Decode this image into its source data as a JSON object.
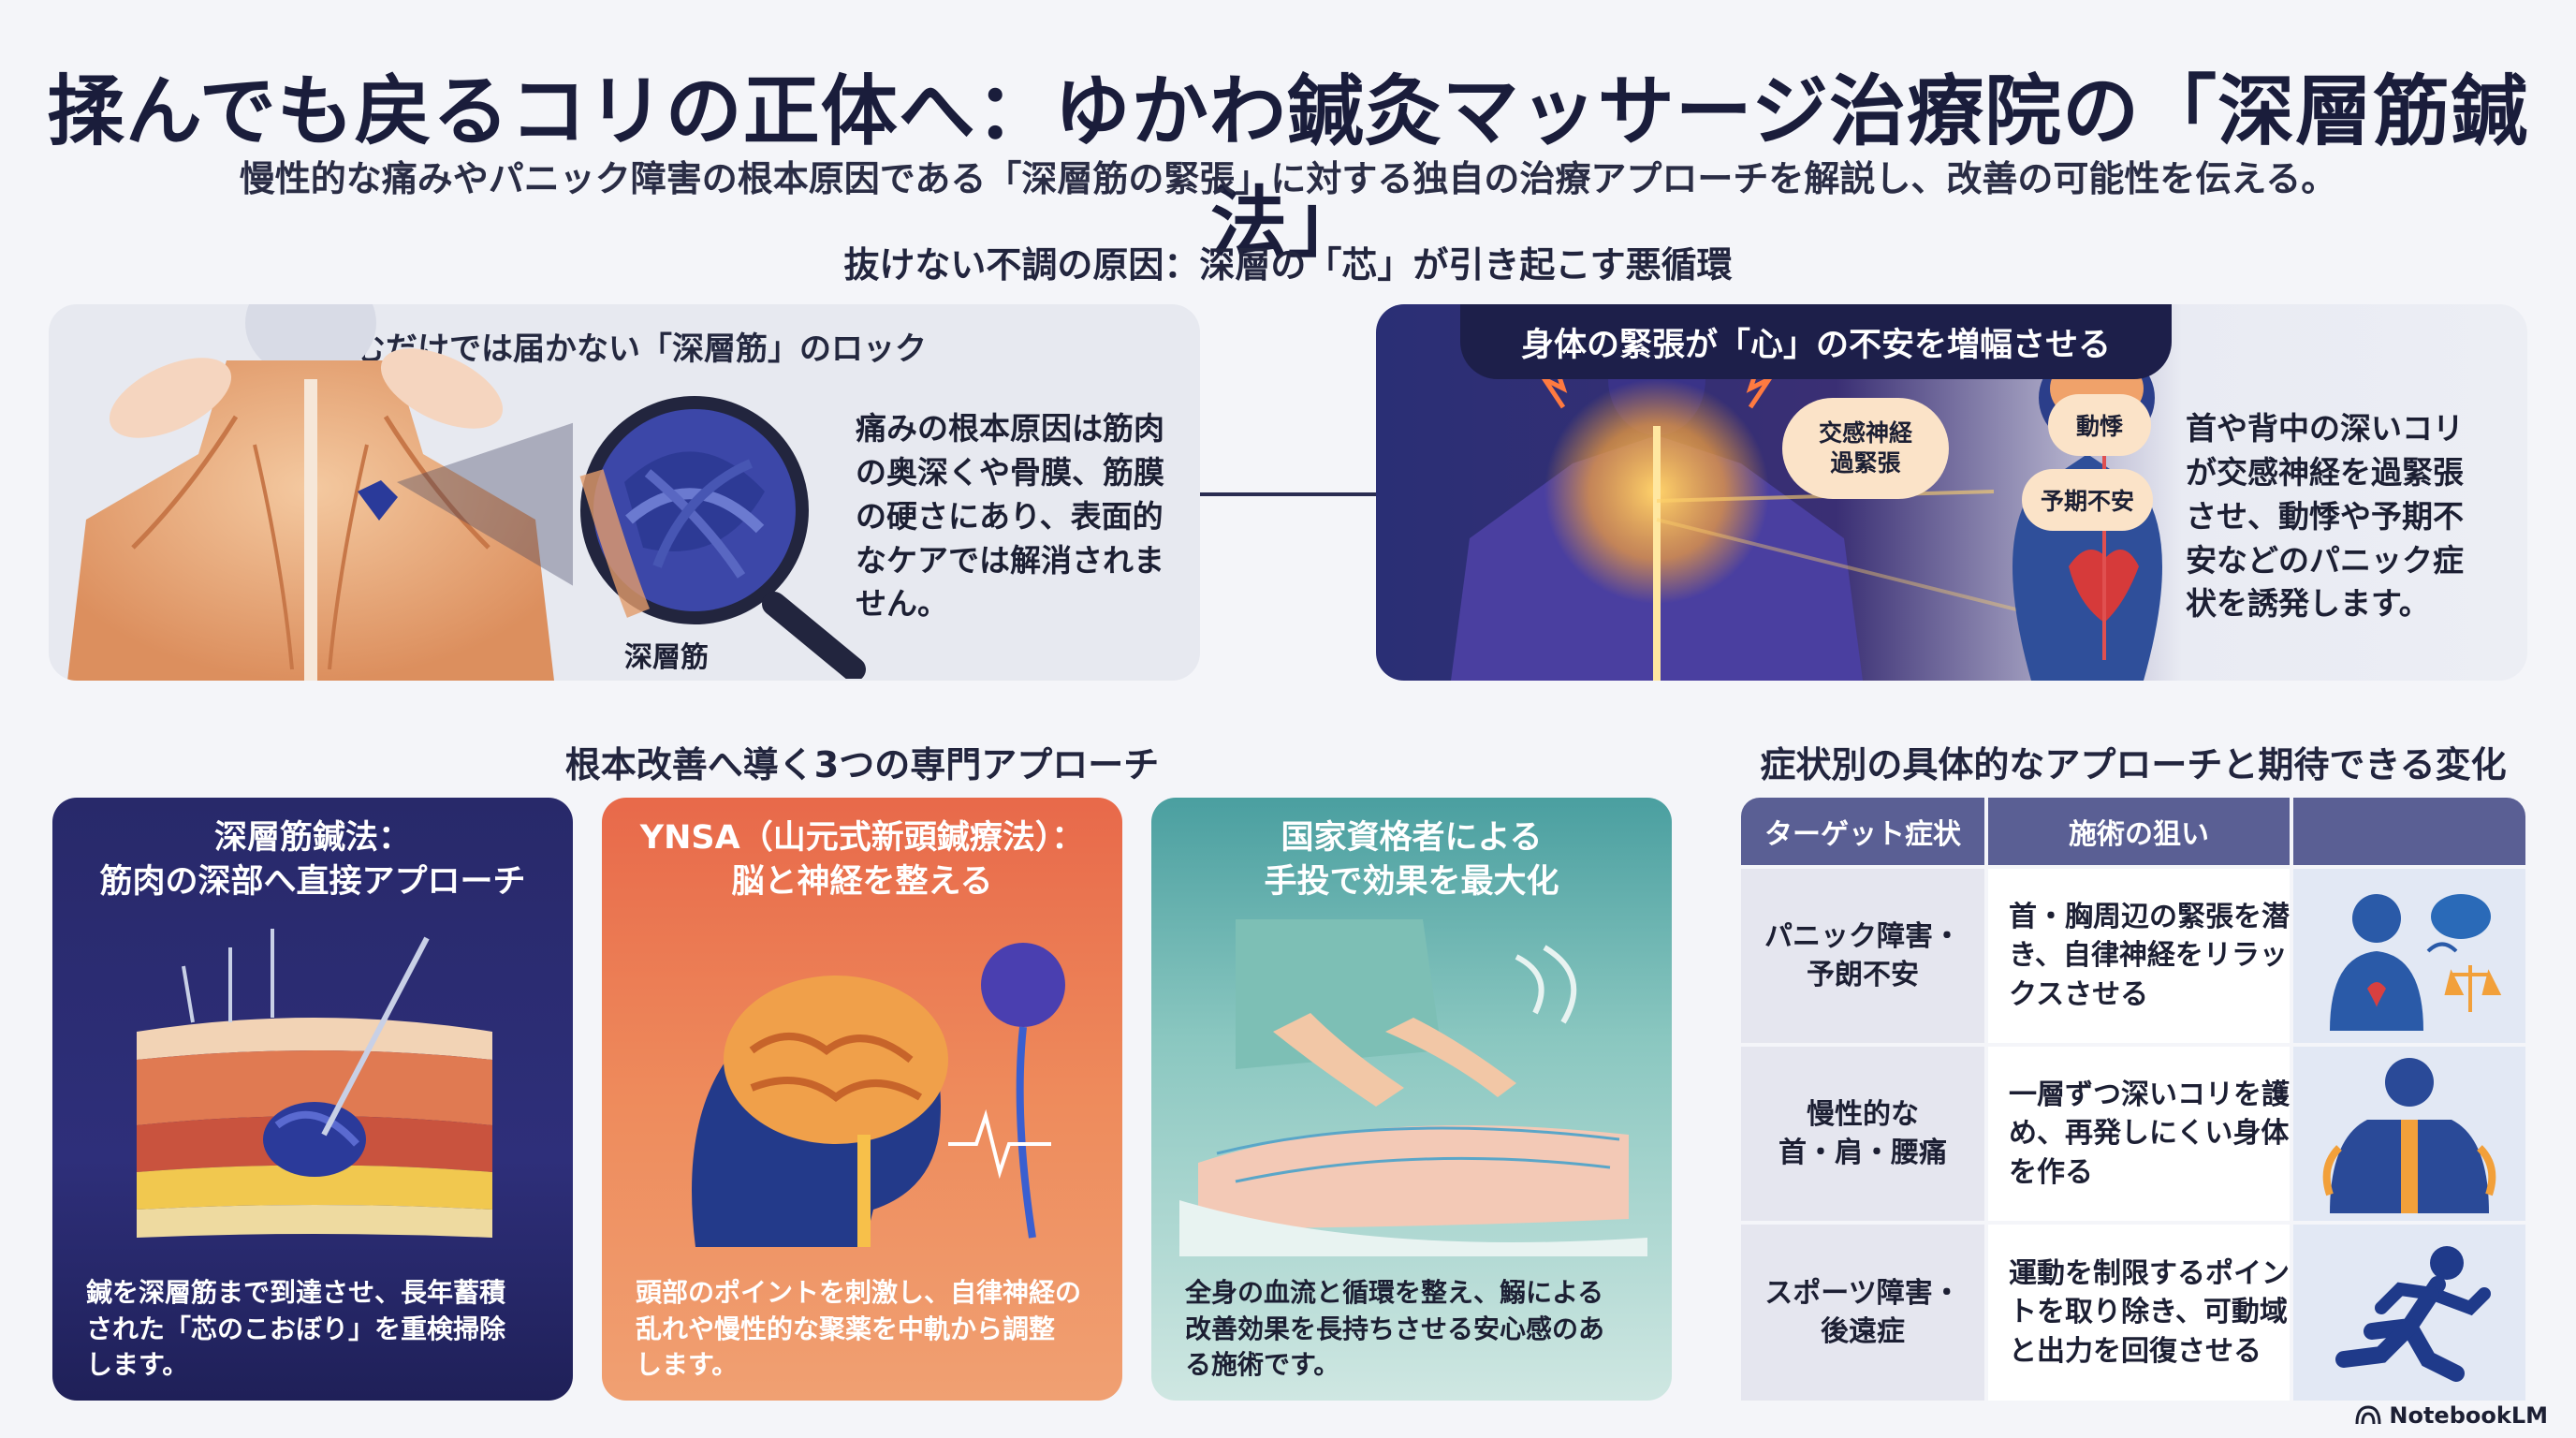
{
  "header": {
    "title": "揉んでも戻るコリの正体へ：ゆかわ鍼灸マッサージ治療院の「深層筋鍼法」",
    "subtitle": "慢性的な痛みやパニック障害の根本原因である「深層筋の緊張」に対する独自の治療アプローチを解説し、改善の可能性を伝える。"
  },
  "cause_section": {
    "heading": "抜けない不調の原因：深層の「芯」が引き起こす悪循環",
    "left_panel": {
      "title": "揉むだけでは届かない「深層筋」のロック",
      "body": [
        "痛みの根本原因は筋肉",
        "の奥深くや骨膜、筋膜",
        "の硬さにあり、表面的",
        "なケアでは解消されま",
        "せん。"
      ],
      "magnifier_label": "深層筋"
    },
    "right_panel": {
      "title": "身体の緊張が「心」の不安を増幅させる",
      "labels": {
        "sympathetic": [
          "交感神経",
          "過緊張"
        ],
        "palpitation": "動悸",
        "anxiety": "予期不安"
      },
      "body": [
        "首や背中の深いコリ",
        "が交感神経を過緊張",
        "させ、動悸や予期不",
        "安などのパニック症",
        "状を誘発します。"
      ]
    }
  },
  "approach_section": {
    "heading": "根本改善へ導く3つの専門アプローチ",
    "cards": [
      {
        "title": [
          "深層筋鍼法：",
          "筋肉の深部へ直接アプローチ"
        ],
        "body": [
          "鍼を深層筋まで到達させ、長年蓄積",
          "された「芯のこおぼり」を重検掃除",
          "します。"
        ]
      },
      {
        "title": [
          "YNSA（山元式新頭鍼療法）：",
          "脳と神経を整える"
        ],
        "body": [
          "頭部のポイントを刺激し、自律神経の",
          "乱れや慢性的な聚薬を中軌から調整",
          "します。"
        ]
      },
      {
        "title": [
          "国家資格者による",
          "手投で効果を最大化"
        ],
        "body": [
          "全身の血流と循環を整え、鰯による",
          "改善効果を長持ちさせる安心感のあ",
          "る施術です。"
        ]
      }
    ]
  },
  "symptom_section": {
    "heading": "症状別の具体的なアプローチと期待できる変化",
    "columns": [
      "ターゲット症状",
      "施術の狙い",
      ""
    ],
    "rows": [
      {
        "target": [
          "パニック障害・",
          "予朗不安"
        ],
        "aim": [
          "首・胸周辺の緊張を潜",
          "き、自律神経をリラッ",
          "クスさせる"
        ]
      },
      {
        "target": [
          "慢性的な",
          "首・肩・腰痛"
        ],
        "aim": [
          "一層ずつ深いコリを護",
          "め、再発しにくい身体",
          "を作る"
        ]
      },
      {
        "target": [
          "スポーツ障害・",
          "後遠症"
        ],
        "aim": [
          "運動を制限するポイン",
          "トを取り除き、可動域",
          "と出力を回復させる"
        ]
      }
    ]
  },
  "footer": {
    "brand": "NotebookLM"
  },
  "colors": {
    "navy": "#1d1f4a",
    "card_blue": "#2e2f7a",
    "card_orange": "#ee8b5c",
    "card_teal": "#8ac7c0",
    "table_header": "#5a5f94",
    "muscle": "#e9a878",
    "nerve_glow": "#f7a23a"
  }
}
